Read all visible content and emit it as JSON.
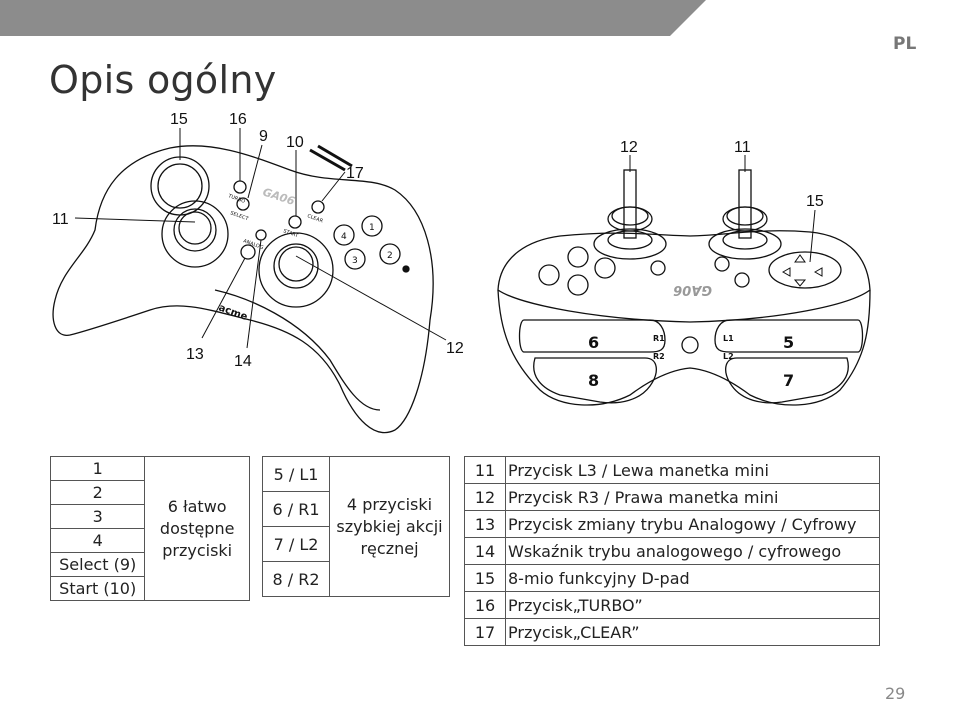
{
  "header": {
    "lang": "PL",
    "title": "Opis ogólny",
    "page_number": "29"
  },
  "diagram_front": {
    "callouts": [
      "15",
      "16",
      "9",
      "10",
      "17",
      "11",
      "13",
      "14",
      "12"
    ],
    "brand": "GA06",
    "logo": "acme",
    "button_labels": [
      "TURBO",
      "SELECT",
      "START",
      "CLEAR",
      "ANALOG"
    ],
    "face_buttons": [
      "1",
      "2",
      "3",
      "4"
    ]
  },
  "diagram_top": {
    "callouts": [
      "12",
      "11",
      "15"
    ],
    "brand": "GA06",
    "triggers": [
      "6",
      "5",
      "8",
      "7"
    ],
    "trigger_labels": [
      "R1",
      "R2",
      "L1",
      "L2"
    ]
  },
  "table1": {
    "rows": [
      "1",
      "2",
      "3",
      "4",
      "Select (9)",
      "Start (10)"
    ],
    "desc": "6 łatwo dostępne przyciski"
  },
  "table2": {
    "rows": [
      "5 / L1",
      "6 / R1",
      "7 / L2",
      "8 / R2"
    ],
    "desc": "4 przyciski szybkiej akcji ręcznej"
  },
  "table3": {
    "rows": [
      {
        "num": "11",
        "text": "Przycisk L3 / Lewa manetka mini"
      },
      {
        "num": "12",
        "text": "Przycisk R3 / Prawa manetka mini"
      },
      {
        "num": "13",
        "text": "Przycisk zmiany trybu Analogowy / Cyfrowy"
      },
      {
        "num": "14",
        "text": "Wskaźnik trybu analogowego / cyfrowego"
      },
      {
        "num": "15",
        "text": "8-mio funkcyjny D-pad"
      },
      {
        "num": "16",
        "text": "Przycisk„TURBO”"
      },
      {
        "num": "17",
        "text": "Przycisk„CLEAR”"
      }
    ]
  }
}
